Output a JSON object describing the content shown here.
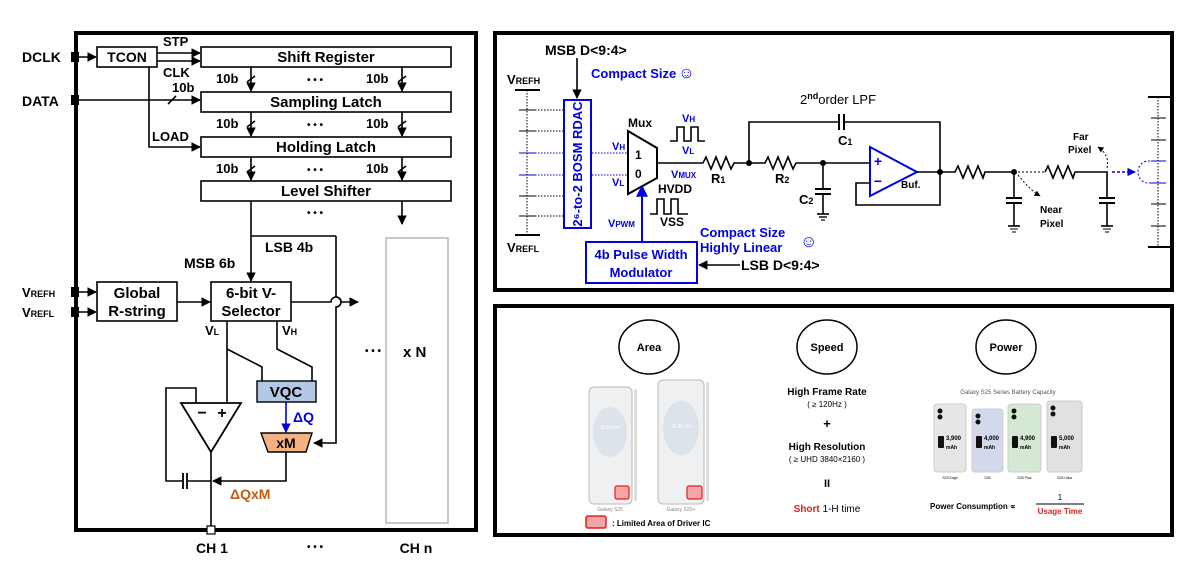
{
  "left_panel": {
    "pins": {
      "dclk": "DCLK",
      "data": "DATA",
      "vrefh": "V",
      "vrefh_sub": "REFH",
      "vrefl": "V",
      "vrefl_sub": "REFL"
    },
    "blocks": {
      "tcon": "TCON",
      "shift_register": "Shift Register",
      "sampling_latch": "Sampling Latch",
      "holding_latch": "Holding Latch",
      "level_shifter": "Level Shifter",
      "global_rstring_1": "Global",
      "global_rstring_2": "R-string",
      "vselector_1": "6-bit V-",
      "vselector_2": "Selector",
      "vqc": "VQC",
      "multiplier": "xM"
    },
    "signals": {
      "stp": "STP",
      "clk": "CLK",
      "load": "LOAD",
      "bus": "10b",
      "dots": "• • •",
      "lsb": "LSB 4b",
      "msb": "MSB 6b",
      "vl": "V",
      "vl_sub": "L",
      "vh": "V",
      "vh_sub": "H",
      "dq": "ΔQ",
      "dqxm": "ΔQxM",
      "opamp_minus": "−",
      "opamp_plus": "+",
      "times_n": "x N"
    },
    "channels": {
      "ch1": "CH 1",
      "dots": "• • •",
      "chn": "CH n"
    },
    "colors": {
      "vqc": "#b4c7e7",
      "multiplier": "#f4b183",
      "dqxm": "#c55a11",
      "dq": "#0000e0"
    }
  },
  "top_right_panel": {
    "msb_label": "MSB D<9:4>",
    "compact_size_1": "Compact Size",
    "vrefh": "V",
    "vrefh_sub": "REFH",
    "vrefl": "V",
    "vrefl_sub": "REFL",
    "rdac_label": "2⁶-to-2 BOSM RDAC",
    "mux_label": "Mux",
    "mux_in1": "1",
    "mux_in0": "0",
    "vh": "V",
    "vh_sub": "H",
    "vl": "V",
    "vl_sub": "L",
    "vmux": "V",
    "vmux_sub": "MUX",
    "vpwm": "V",
    "vpwm_sub": "PWM",
    "hvdd": "HVDD",
    "vss": "VSS",
    "r1": "R",
    "r1_sub": "1",
    "r2": "R",
    "r2_sub": "2",
    "c1": "C",
    "c1_sub": "1",
    "c2": "C",
    "c2_sub": "2",
    "lpf_label_pre": "2",
    "lpf_label_sup": "nd",
    "lpf_label_post": "order LPF",
    "buffer": "Buf.",
    "far_pixel_1": "Far",
    "far_pixel_2": "Pixel",
    "near_pixel_1": "Near",
    "near_pixel_2": "Pixel",
    "compact_size_2": "Compact Size",
    "highly_linear": "Highly Linear",
    "pwm_block_1": "4b Pulse Width",
    "pwm_block_2": "Modulator",
    "lsb_label": "LSB D<9:4>",
    "smiley": "☺",
    "accent_color": "#0000e0"
  },
  "bottom_right_panel": {
    "area": {
      "title": "Area",
      "phones": [
        {
          "screen": "16.64 cm",
          "name": "Galaxy S25"
        },
        {
          "screen": "16.91 cm",
          "name": "Galaxy S25+"
        }
      ],
      "legend": ": Limited Area of Driver IC"
    },
    "speed": {
      "title": "Speed",
      "line1": "High Frame Rate",
      "line2": "( ≥ 120Hz )",
      "plus": "+",
      "line3": "High Resolution",
      "line4": "( ≥ UHD 3840×2160 )",
      "equals": "II",
      "short": "Short",
      "rest": " 1-H time"
    },
    "power": {
      "title": "Power",
      "chart_title": "Galaxy S25 Series Battery Capacity",
      "phones": [
        {
          "capacity": "3,900",
          "unit": "mAh",
          "model": "S25 Edge",
          "color": "#e6e6e6"
        },
        {
          "capacity": "4,000",
          "unit": "mAh",
          "model": "S25",
          "color": "#d3d9ec"
        },
        {
          "capacity": "4,900",
          "unit": "mAh",
          "model": "S25 Plus",
          "color": "#d5e8d4"
        },
        {
          "capacity": "5,000",
          "unit": "mAh",
          "model": "S25 Ultra",
          "color": "#e1e1e1"
        }
      ],
      "formula_label": "Power Consumption ∝",
      "numerator": "1",
      "denominator": "Usage Time"
    },
    "highlight_color": "#e02020"
  }
}
